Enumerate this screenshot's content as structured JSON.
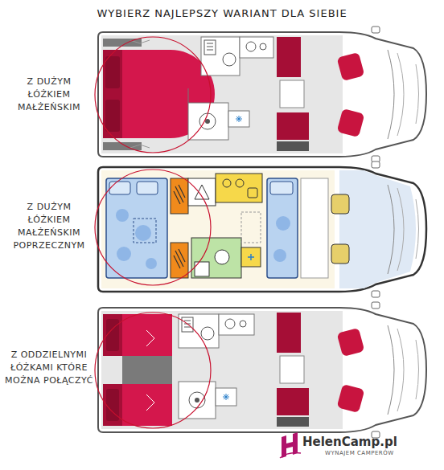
{
  "diagram": {
    "title": "WYBIERZ NAJLEPSZY WARIANT DLA SIEBIE",
    "labels": [
      "Z DUŻYM ŁÓŻKIEM MAŁŻEŃSKIM",
      "Z DUŻYM ŁÓŻKIEM MAŁŻEŃSKIM POPRZECZNYM",
      "Z ODDZIELNYMI ŁÓŻKAMI KTÓRE MOŻNA POŁĄCZYĆ",
      "HelenCamp.pl",
      "WYNAJEM CAMPERÓW"
    ]
  }
}
